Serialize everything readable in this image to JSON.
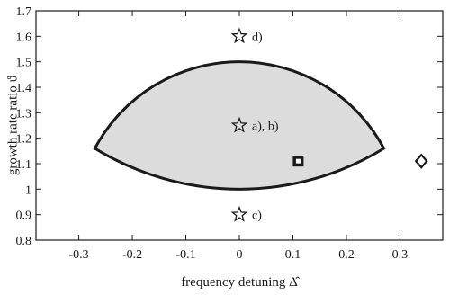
{
  "chart_data": {
    "type": "scatter",
    "title": "",
    "xlabel": "frequency detuning Δ̂",
    "ylabel": "growth rate ratio ϑ",
    "xlim": [
      -0.38,
      0.38
    ],
    "ylim": [
      0.8,
      1.7
    ],
    "xticks": [
      -0.3,
      -0.2,
      -0.1,
      0,
      0.1,
      0.2,
      0.3
    ],
    "xtick_labels": [
      "-0.3",
      "-0.2",
      "-0.1",
      "0",
      "0.1",
      "0.2",
      "0.3"
    ],
    "yticks": [
      0.8,
      0.9,
      1.0,
      1.1,
      1.2,
      1.3,
      1.4,
      1.5,
      1.6,
      1.7
    ],
    "ytick_labels": [
      "0.8",
      "0.9",
      "1",
      "1.1",
      "1.2",
      "1.3",
      "1.4",
      "1.5",
      "1.6",
      "1.7"
    ],
    "grid": false,
    "region": {
      "fill_color": "#dcdcdc",
      "edge_color": "#1a1a1a",
      "tips": [
        [
          -0.27,
          1.16
        ],
        [
          0.27,
          1.16
        ]
      ],
      "top_apex": [
        0,
        1.5
      ],
      "bottom_apex": [
        0,
        1.0
      ]
    },
    "points": [
      {
        "x": 0,
        "y": 1.6,
        "marker": "star",
        "label": "d)"
      },
      {
        "x": 0,
        "y": 1.25,
        "marker": "star",
        "label": "a), b)"
      },
      {
        "x": 0,
        "y": 0.9,
        "marker": "star",
        "label": "c)"
      },
      {
        "x": 0.11,
        "y": 1.11,
        "marker": "square",
        "label": ""
      },
      {
        "x": 0.34,
        "y": 1.11,
        "marker": "diamond",
        "label": ""
      }
    ]
  }
}
